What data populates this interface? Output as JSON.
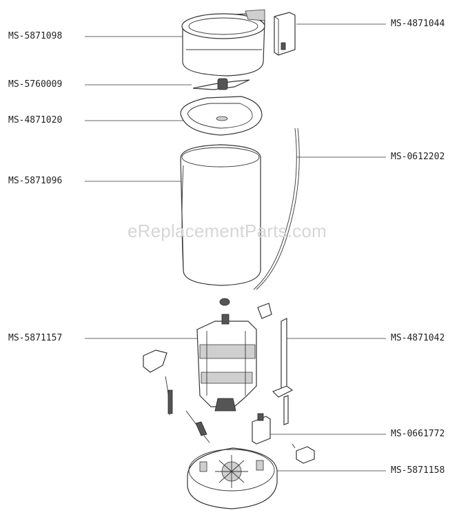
{
  "watermark": "eReplacementParts.com",
  "parts": {
    "bowl": "MS-5871098",
    "cap": "MS-4871044",
    "blade": "MS-5760009",
    "tray": "MS-4871020",
    "cord": "MS-0612202",
    "housing": "MS-5871096",
    "motor": "MS-5871157",
    "bracket": "MS-4871042",
    "switch": "MS-0661772",
    "base": "MS-5871158"
  }
}
